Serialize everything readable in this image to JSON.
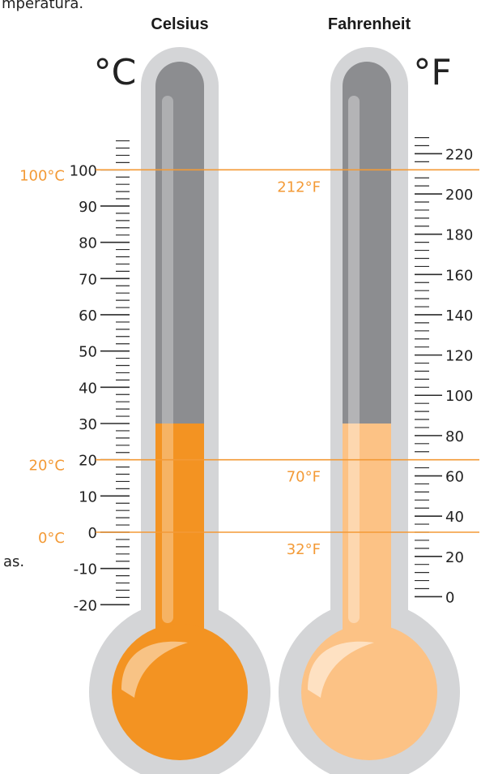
{
  "fragments": {
    "top_text": "mperatura.",
    "side_text": "as."
  },
  "headers": {
    "celsius": "Celsius",
    "fahrenheit": "Fahrenheit"
  },
  "units": {
    "celsius": "°C",
    "fahrenheit": "°F"
  },
  "celsius_scale": {
    "min": -20,
    "max": 100,
    "labels": [
      "100",
      "90",
      "80",
      "70",
      "60",
      "50",
      "40",
      "30",
      "20",
      "10",
      "0",
      "-10",
      "-20"
    ],
    "label_values": [
      100,
      90,
      80,
      70,
      60,
      50,
      40,
      30,
      20,
      10,
      0,
      -10,
      -20
    ]
  },
  "fahrenheit_scale": {
    "min": 0,
    "max": 220,
    "labels": [
      "220",
      "200",
      "180",
      "160",
      "140",
      "120",
      "100",
      "80",
      "60",
      "40",
      "20",
      "0"
    ],
    "label_values": [
      220,
      200,
      180,
      160,
      140,
      120,
      100,
      80,
      60,
      40,
      20,
      0
    ]
  },
  "reference_lines": [
    {
      "c_label": "100°C",
      "f_label": "212°F",
      "celsius": 100
    },
    {
      "c_label": "20°C",
      "f_label": "70°F",
      "celsius": 20
    },
    {
      "c_label": "0°C",
      "f_label": "32°F",
      "celsius": 0
    }
  ],
  "fill_level_celsius": 30,
  "colors": {
    "outer_glass": "#d4d5d7",
    "empty_tube": "#8c8d90",
    "celsius_fill": "#f39322",
    "fahrenheit_fill": "#fcc285",
    "reference_line": "#f39a36",
    "highlight": "#ffffff"
  }
}
